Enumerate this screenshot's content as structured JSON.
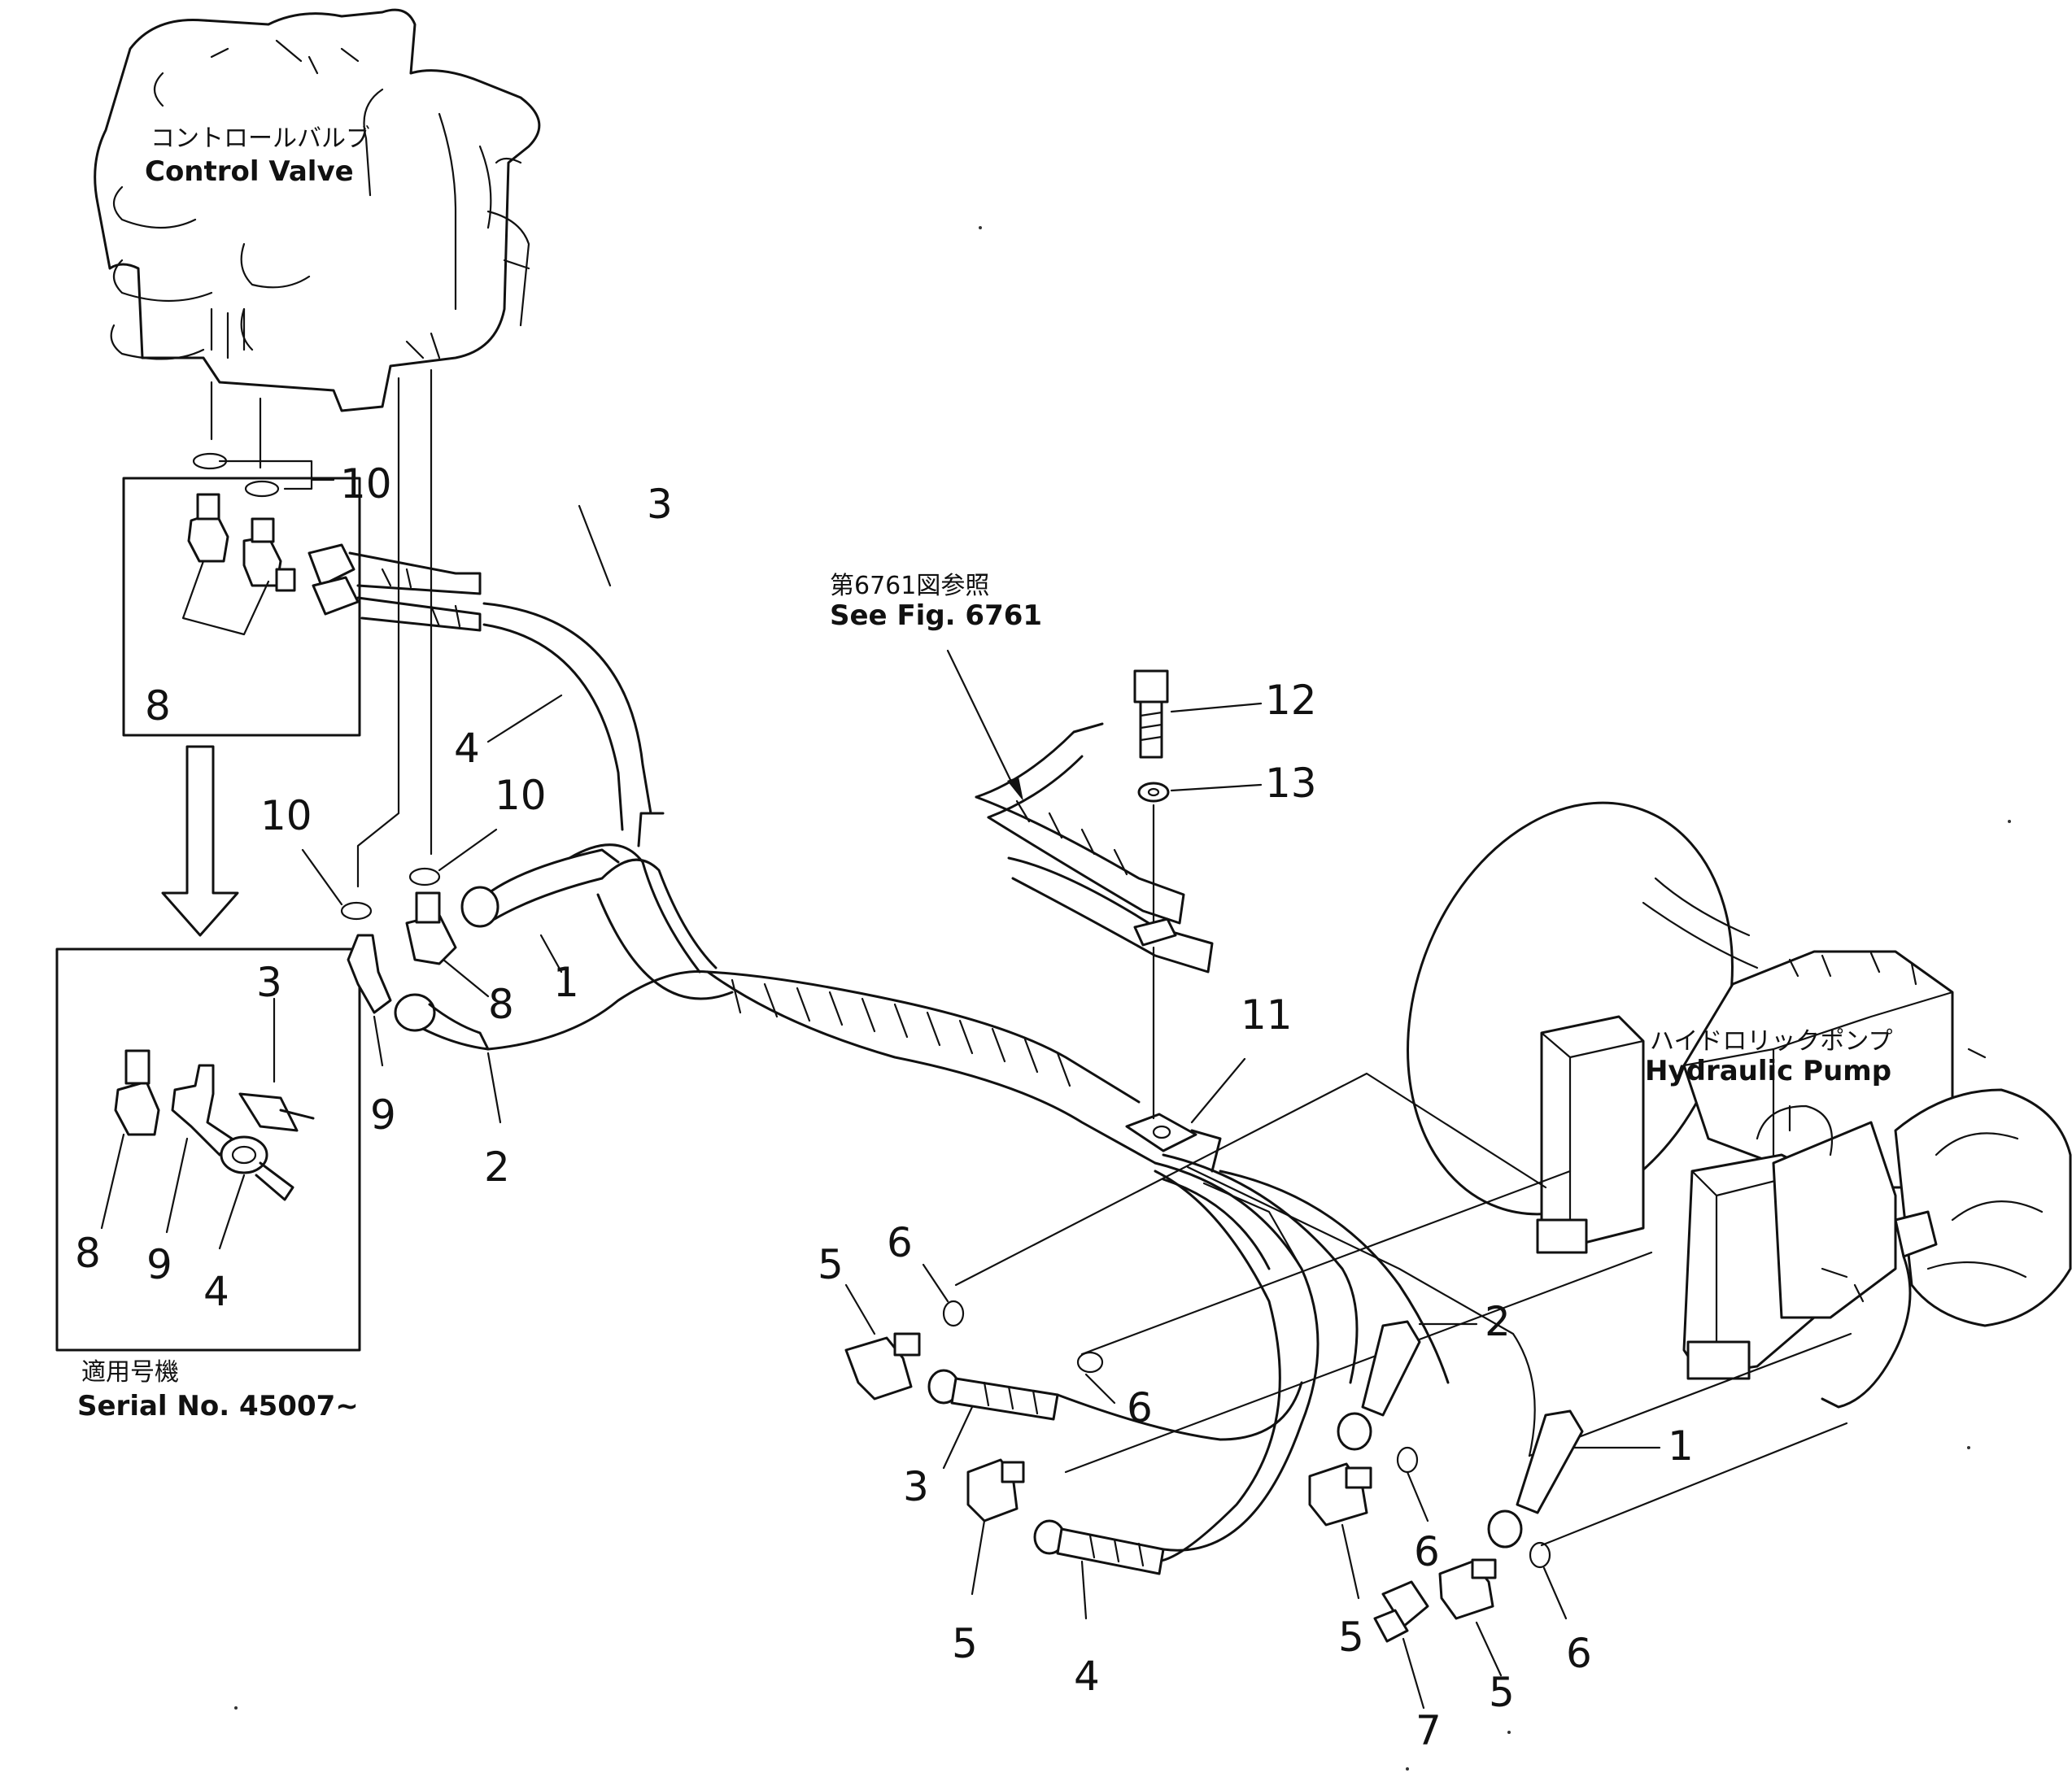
{
  "labels": {
    "control_valve_jp": "コントロールバルブ",
    "control_valve_en": "Control  Valve",
    "hydraulic_pump_jp": "ハイドロリックポンプ",
    "hydraulic_pump_en": "Hydraulic  Pump",
    "see_fig_jp": "第6761図参照",
    "see_fig_en": "See  Fig. 6761",
    "serial_jp": "適用号機",
    "serial_en": "Serial  No. 45007~"
  },
  "callouts": {
    "c10_top": "10",
    "c3_top": "3",
    "c8_box": "8",
    "c4_mid": "4",
    "c10_left": "10",
    "c10_right": "10",
    "c1_mid": "1",
    "c8_mid": "8",
    "c9_mid": "9",
    "c2_mid": "2",
    "c3_inset": "3",
    "c8_inset": "8",
    "c9_inset": "9",
    "c4_inset": "4",
    "c12": "12",
    "c13": "13",
    "c11": "11",
    "c6_a": "6",
    "c5_a": "5",
    "c2_right": "2",
    "c3_bottom": "3",
    "c6_b": "6",
    "c1_right": "1",
    "c6_c": "6",
    "c5_b": "5",
    "c5_c": "5",
    "c4_bottom": "4",
    "c6_d": "6",
    "c5_d": "5",
    "c7": "7"
  }
}
